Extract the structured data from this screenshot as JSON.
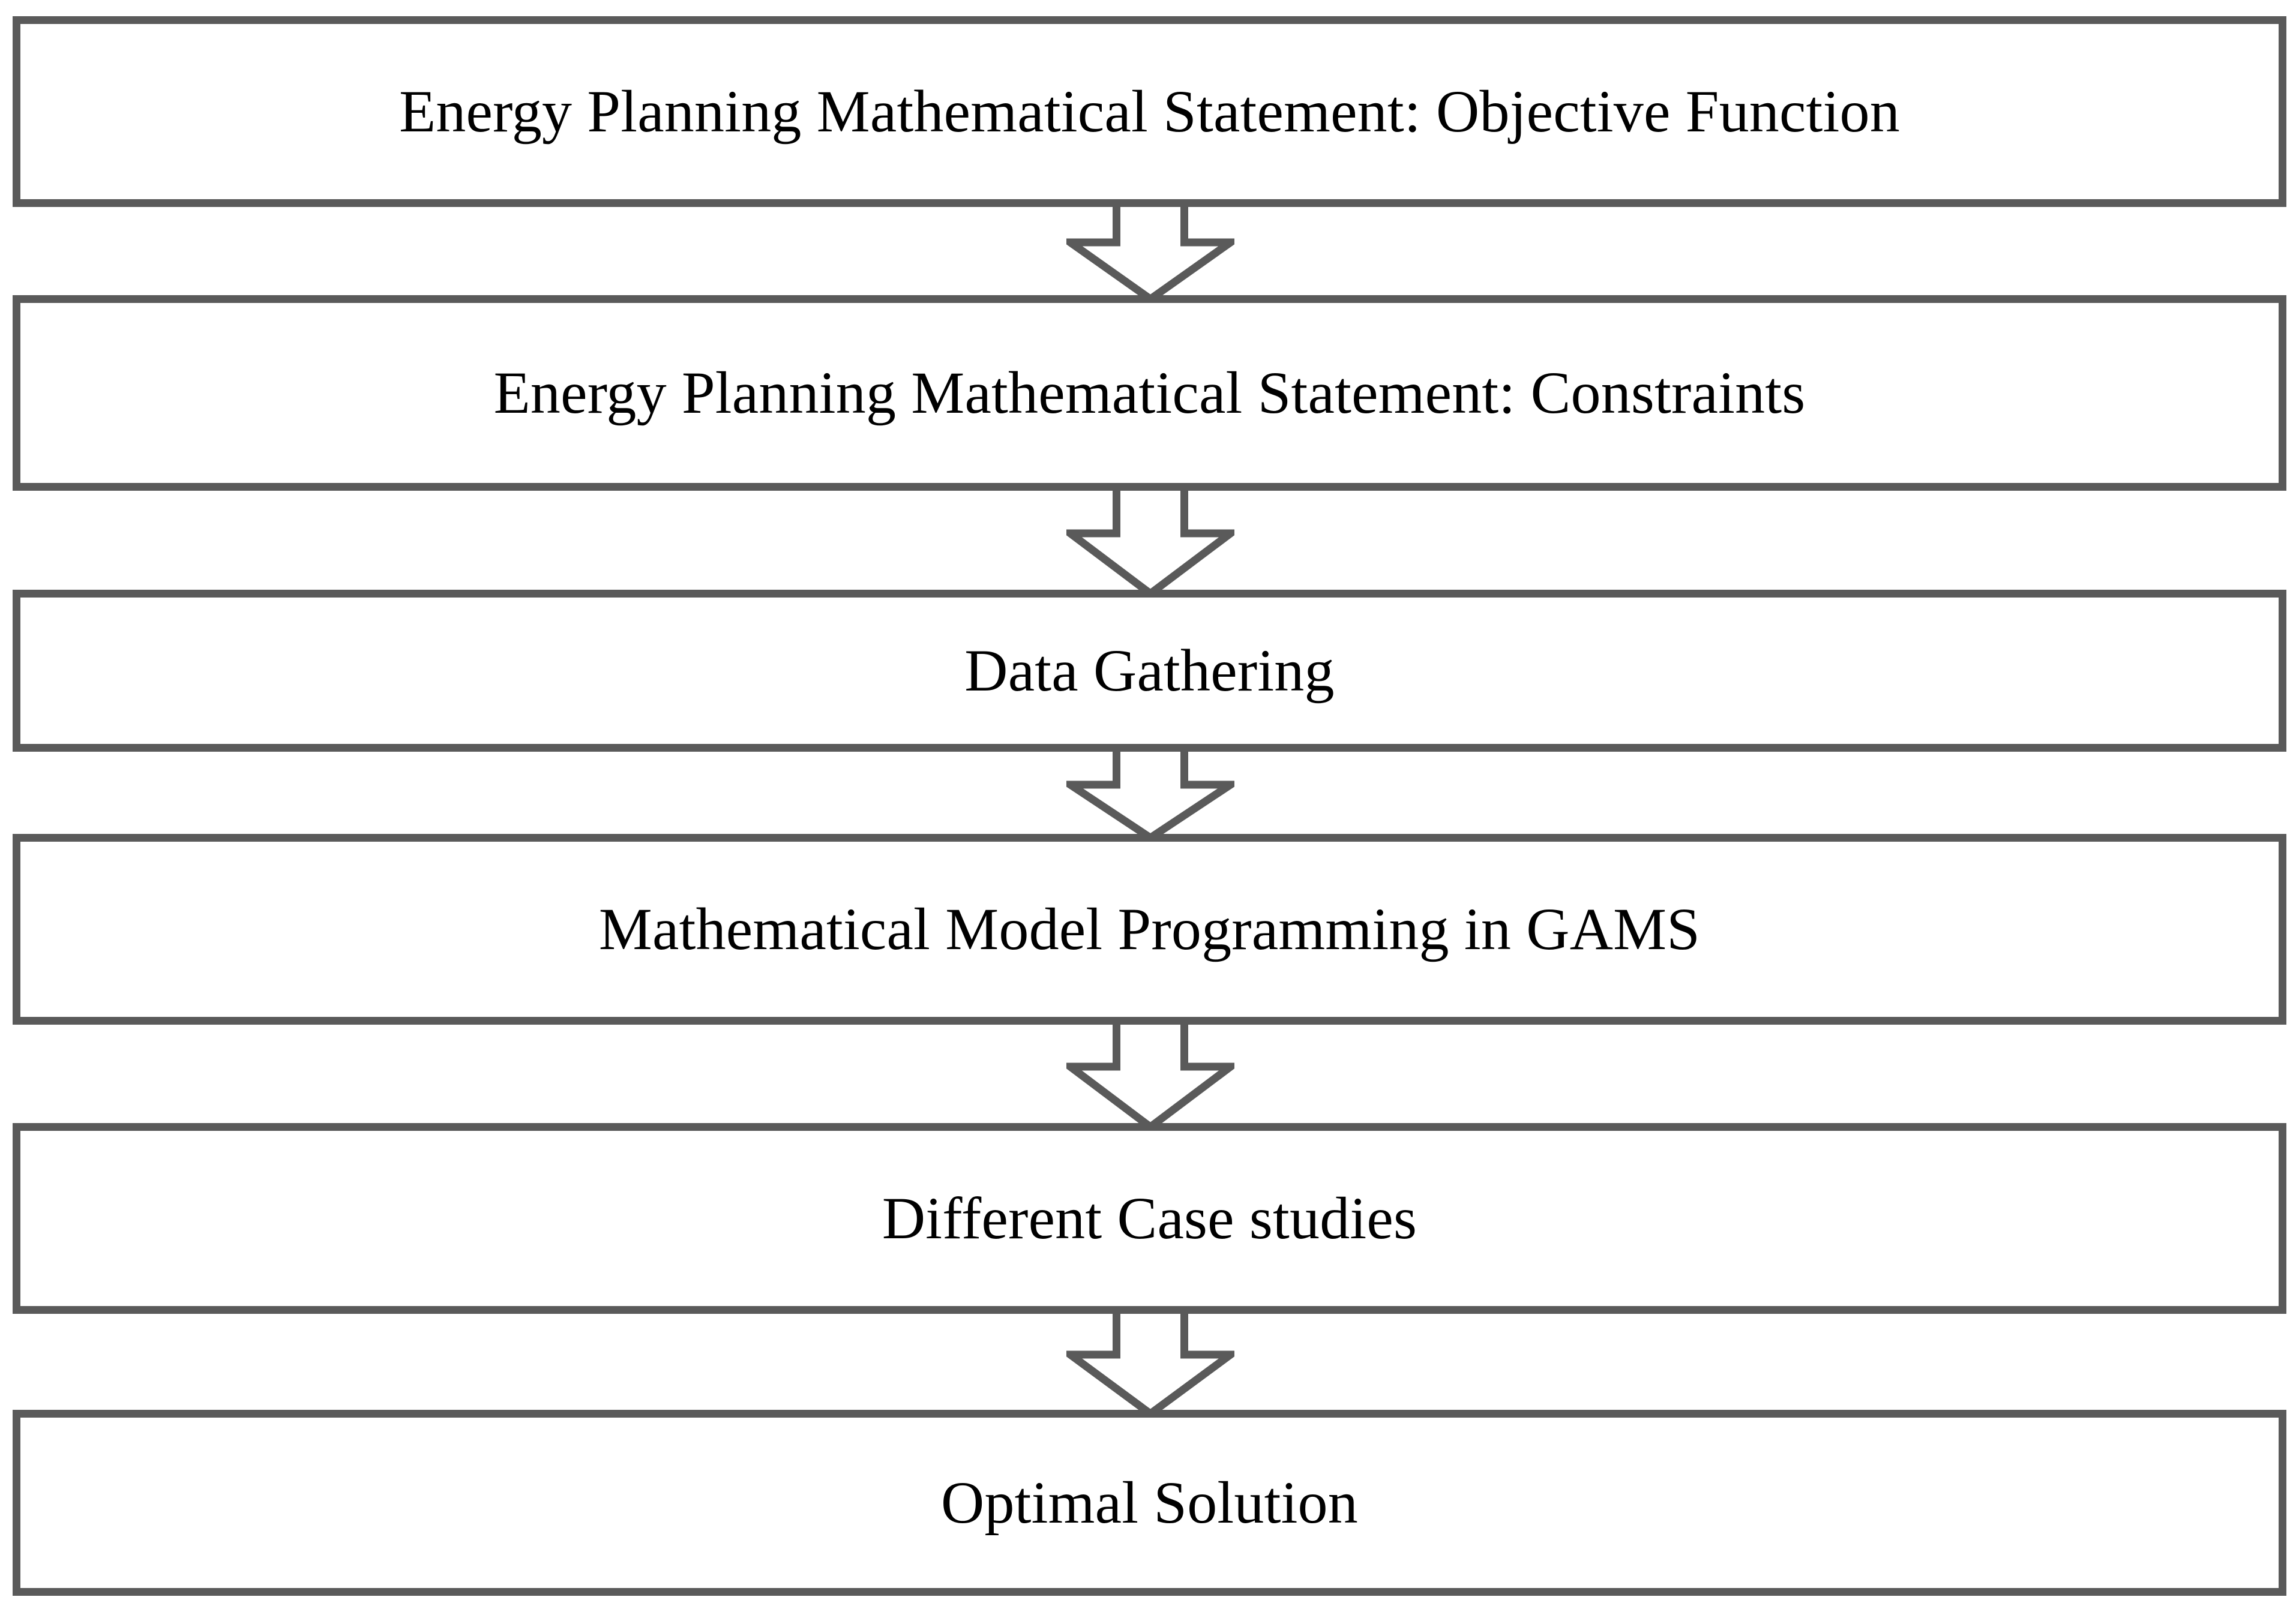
{
  "diagram": {
    "title": "Energy Planning Methodology Flowchart",
    "type": "flowchart",
    "orientation": "vertical",
    "colors": {
      "border": "#5a5a5a",
      "arrow": "#5a5a5a",
      "text": "#000000",
      "background": "#ffffff"
    },
    "nodes": [
      {
        "id": "objective-function",
        "label": "Energy Planning Mathematical Statement: Objective Function"
      },
      {
        "id": "constraints",
        "label": "Energy Planning Mathematical Statement: Constraints"
      },
      {
        "id": "data-gathering",
        "label": "Data Gathering"
      },
      {
        "id": "model-programming",
        "label": "Mathematical Model Programming in GAMS"
      },
      {
        "id": "case-studies",
        "label": "Different Case studies"
      },
      {
        "id": "optimal-solution",
        "label": "Optimal Solution"
      }
    ],
    "connectors": [
      {
        "id": "arrow-0",
        "from": "objective-function",
        "to": "constraints",
        "shape": "down-block-arrow"
      },
      {
        "id": "arrow-1",
        "from": "constraints",
        "to": "data-gathering",
        "shape": "down-block-arrow"
      },
      {
        "id": "arrow-2",
        "from": "data-gathering",
        "to": "model-programming",
        "shape": "down-block-arrow"
      },
      {
        "id": "arrow-3",
        "from": "model-programming",
        "to": "case-studies",
        "shape": "down-block-arrow"
      },
      {
        "id": "arrow-4",
        "from": "case-studies",
        "to": "optimal-solution",
        "shape": "down-block-arrow"
      }
    ]
  }
}
